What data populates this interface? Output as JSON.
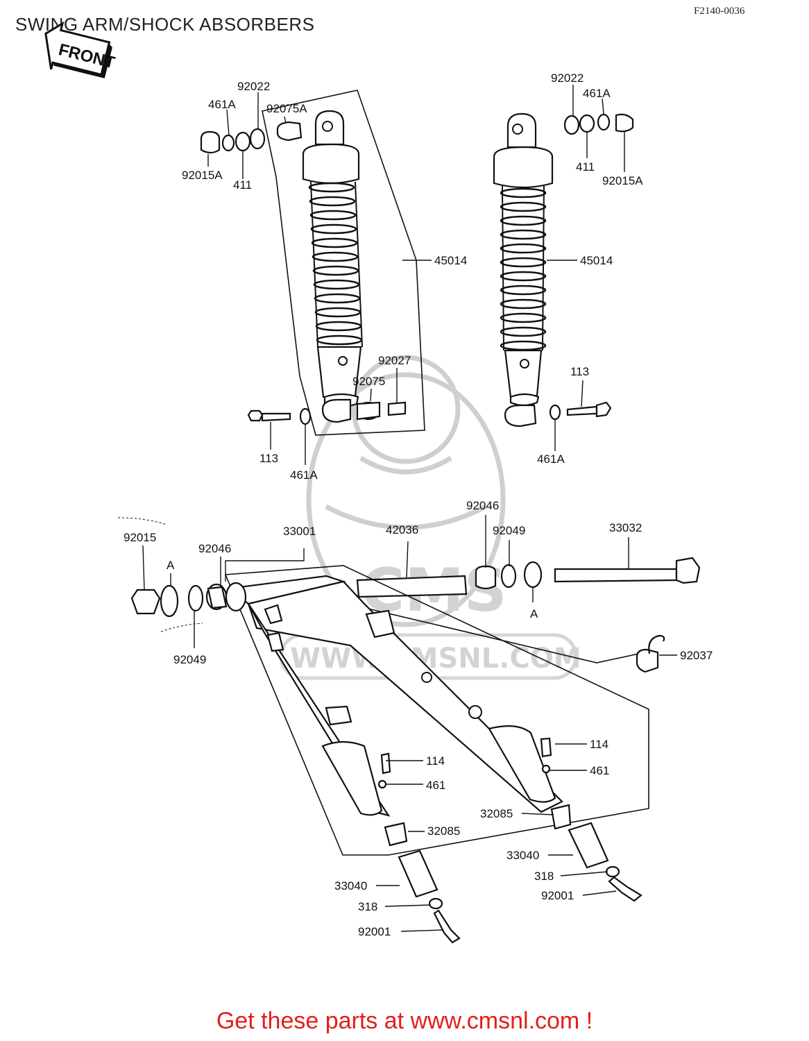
{
  "header": {
    "title": "SWING ARM/SHOCK ABSORBERS",
    "doc_id": "F2140-0036",
    "front_badge": "FRONT"
  },
  "watermark": {
    "brand": "CMS",
    "url": "WWW.CMSNL.COM"
  },
  "callouts": {
    "c92022_l": "92022",
    "c461A_l": "461A",
    "c92075A": "92075A",
    "c92015A_l": "92015A",
    "c411_l": "411",
    "c45014_l": "45014",
    "c92027": "92027",
    "c92075": "92075",
    "c113_l": "113",
    "c461A_lb": "461A",
    "c92022_r": "92022",
    "c461A_r": "461A",
    "c411_r": "411",
    "c92015A_r": "92015A",
    "c45014_r": "45014",
    "c113_r": "113",
    "c461A_rb": "461A",
    "c92015": "92015",
    "cA_l": "A",
    "c92046_l": "92046",
    "c33001": "33001",
    "c42036": "42036",
    "c92046_r": "92046",
    "c92049_r": "92049",
    "c33032": "33032",
    "cA_r": "A",
    "c92049_l": "92049",
    "c92037": "92037",
    "c114_l": "114",
    "c461_l": "461",
    "c114_r": "114",
    "c461_r": "461",
    "c32085_r": "32085",
    "c32085_l": "32085",
    "c33040_r": "33040",
    "c318_r": "318",
    "c92001_r": "92001",
    "c33040_l": "33040",
    "c318_l": "318",
    "c92001_l": "92001"
  },
  "footer": {
    "cta": "Get these parts at www.cmsnl.com !"
  },
  "colors": {
    "cta": "#e0201b",
    "watermark": "#cfcfcf",
    "ink": "#111111"
  }
}
